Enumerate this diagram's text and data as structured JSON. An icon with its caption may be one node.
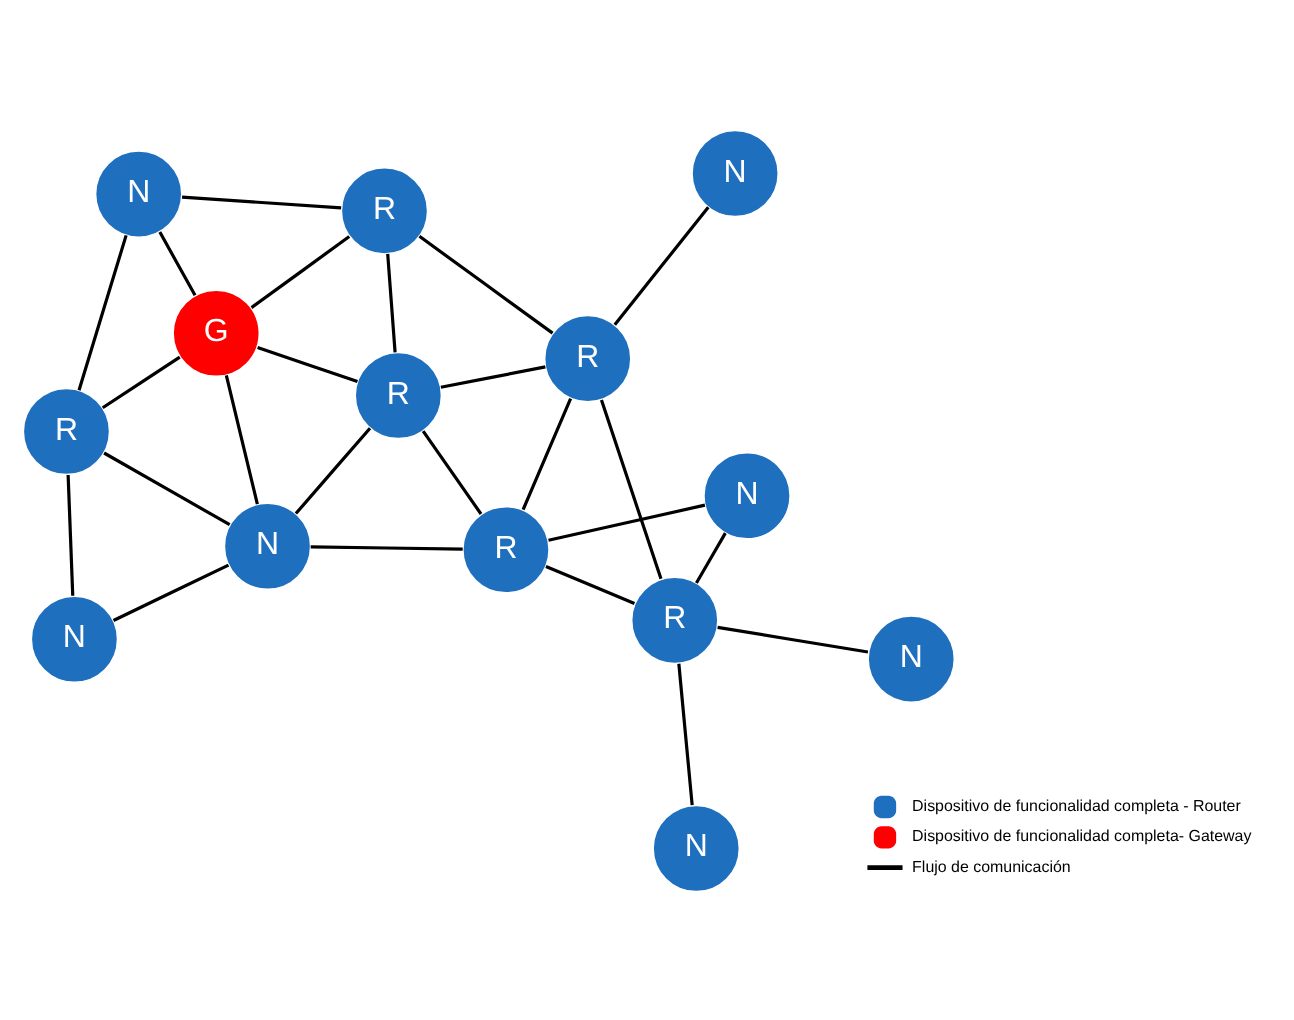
{
  "diagram": {
    "nodes": [
      {
        "text": [
          "N"
        ]
      },
      {
        "text": [
          "N"
        ]
      },
      {
        "text": [
          "R"
        ]
      },
      {
        "text": [
          "N"
        ]
      },
      {
        "text": [
          "N"
        ]
      },
      {
        "text": [
          "R"
        ]
      },
      {
        "text": [
          "R"
        ]
      },
      {
        "text": [
          "R"
        ]
      },
      {
        "text": [
          "G"
        ]
      },
      {
        "text": [
          "R"
        ]
      },
      {
        "text": [
          "N"
        ]
      },
      {
        "text": [
          "N"
        ]
      },
      {
        "text": [
          "R"
        ]
      },
      {
        "text": [
          "N"
        ]
      }
    ],
    "edges": [
      {
        "from": 0,
        "to": 1,
        "arrow": "none"
      },
      {
        "from": 0,
        "to": 5,
        "arrow": "none"
      },
      {
        "from": 1,
        "to": 5,
        "arrow": "none"
      },
      {
        "from": 1,
        "to": 8,
        "arrow": "none"
      },
      {
        "from": 1,
        "to": 6,
        "arrow": "none"
      },
      {
        "from": 1,
        "to": 2,
        "arrow": "none"
      },
      {
        "from": 2,
        "to": 3,
        "arrow": "none"
      },
      {
        "from": 2,
        "to": 6,
        "arrow": "none"
      },
      {
        "from": 2,
        "to": 7,
        "arrow": "none"
      },
      {
        "from": 2,
        "to": 9,
        "arrow": "none"
      },
      {
        "from": 3,
        "to": 7,
        "arrow": "none"
      },
      {
        "from": 7,
        "to": 4,
        "arrow": "none"
      },
      {
        "from": 7,
        "to": 10,
        "arrow": "none"
      },
      {
        "from": 7,
        "to": 9,
        "arrow": "none"
      },
      {
        "from": 5,
        "to": 8,
        "arrow": "none"
      },
      {
        "from": 5,
        "to": 11,
        "arrow": "none"
      },
      {
        "from": 6,
        "to": 8,
        "arrow": "none"
      },
      {
        "from": 6,
        "to": 9,
        "arrow": "none"
      },
      {
        "from": 6,
        "to": 12,
        "arrow": "none"
      },
      {
        "from": 8,
        "to": 11,
        "arrow": "none"
      },
      {
        "from": 8,
        "to": 12,
        "arrow": "none"
      },
      {
        "from": 11,
        "to": 12,
        "arrow": "none"
      },
      {
        "from": 12,
        "to": 9,
        "arrow": "none"
      },
      {
        "from": 9,
        "to": 13,
        "arrow": "none"
      }
    ],
    "legend": [
      {
        "text": "Dispositivo de funcionalidad completa - Router",
        "color": "#1f6fbf"
      },
      {
        "text": "Dispositivo de funcionalidad completa- Gateway",
        "color": "#ff0000"
      },
      {
        "text": "Flujo de comunicación"
      }
    ]
  }
}
